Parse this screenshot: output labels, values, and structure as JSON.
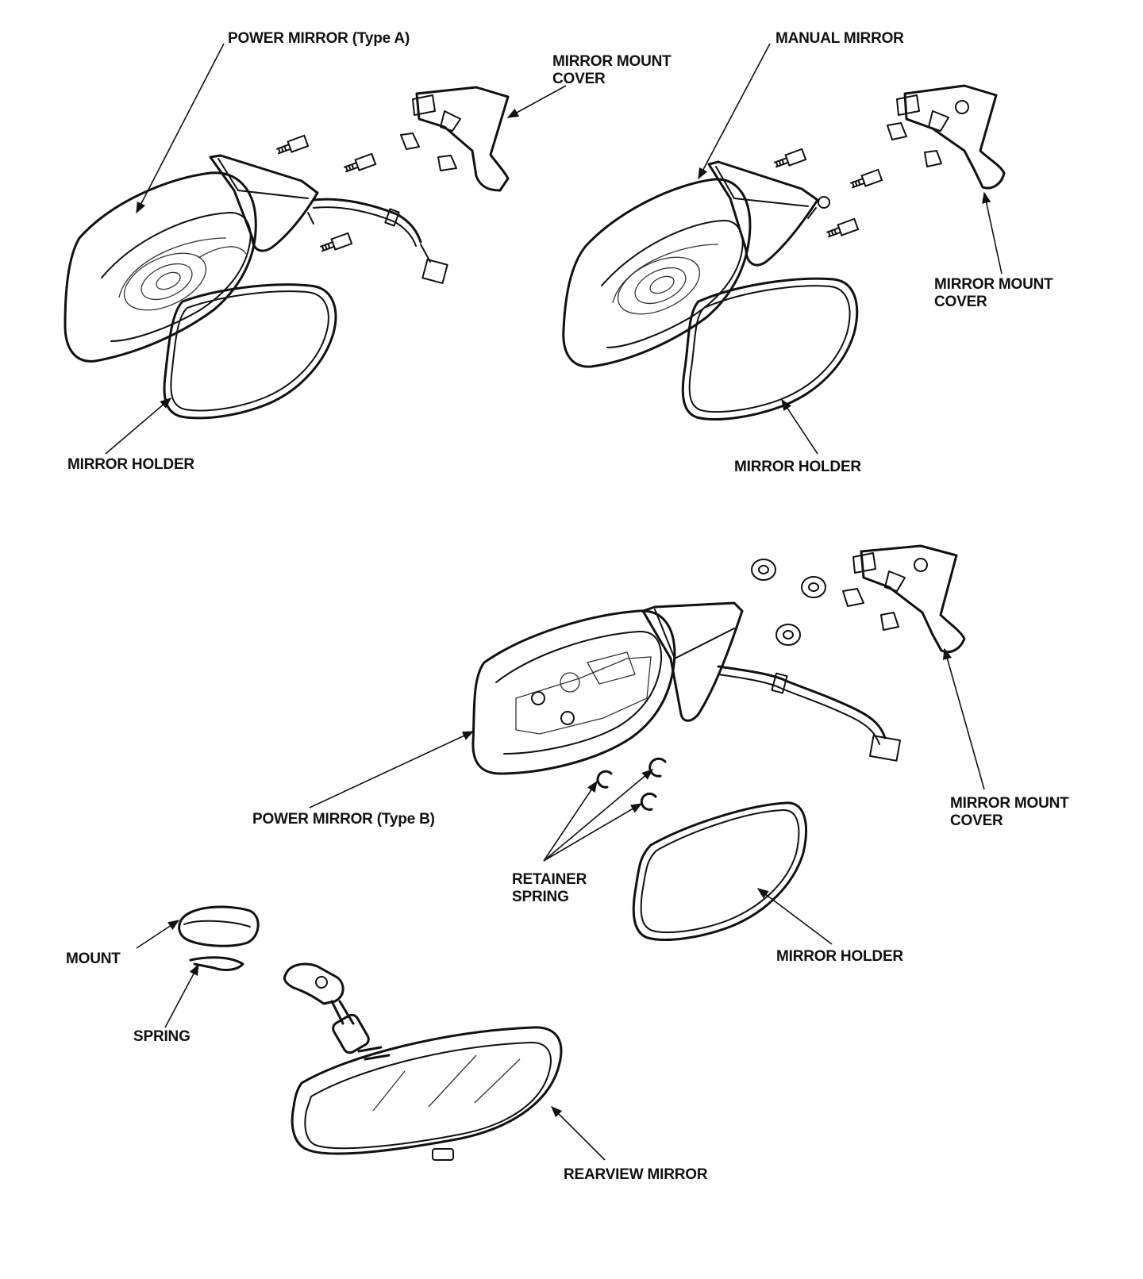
{
  "labels": {
    "power_mirror_a": "POWER MIRROR (Type A)",
    "manual_mirror": "MANUAL MIRROR",
    "mount_cover_a": "MIRROR MOUNT\nCOVER",
    "mount_cover_manual": "MIRROR MOUNT\nCOVER",
    "mount_cover_b": "MIRROR MOUNT\nCOVER",
    "holder_a": "MIRROR HOLDER",
    "holder_manual": "MIRROR HOLDER",
    "holder_b": "MIRROR HOLDER",
    "power_mirror_b": "POWER MIRROR (Type B)",
    "retainer_spring": "RETAINER\nSPRING",
    "mount": "MOUNT",
    "spring": "SPRING",
    "rearview_mirror": "REARVIEW MIRROR"
  },
  "colors": {
    "ink": "#111111",
    "background": "#ffffff"
  }
}
